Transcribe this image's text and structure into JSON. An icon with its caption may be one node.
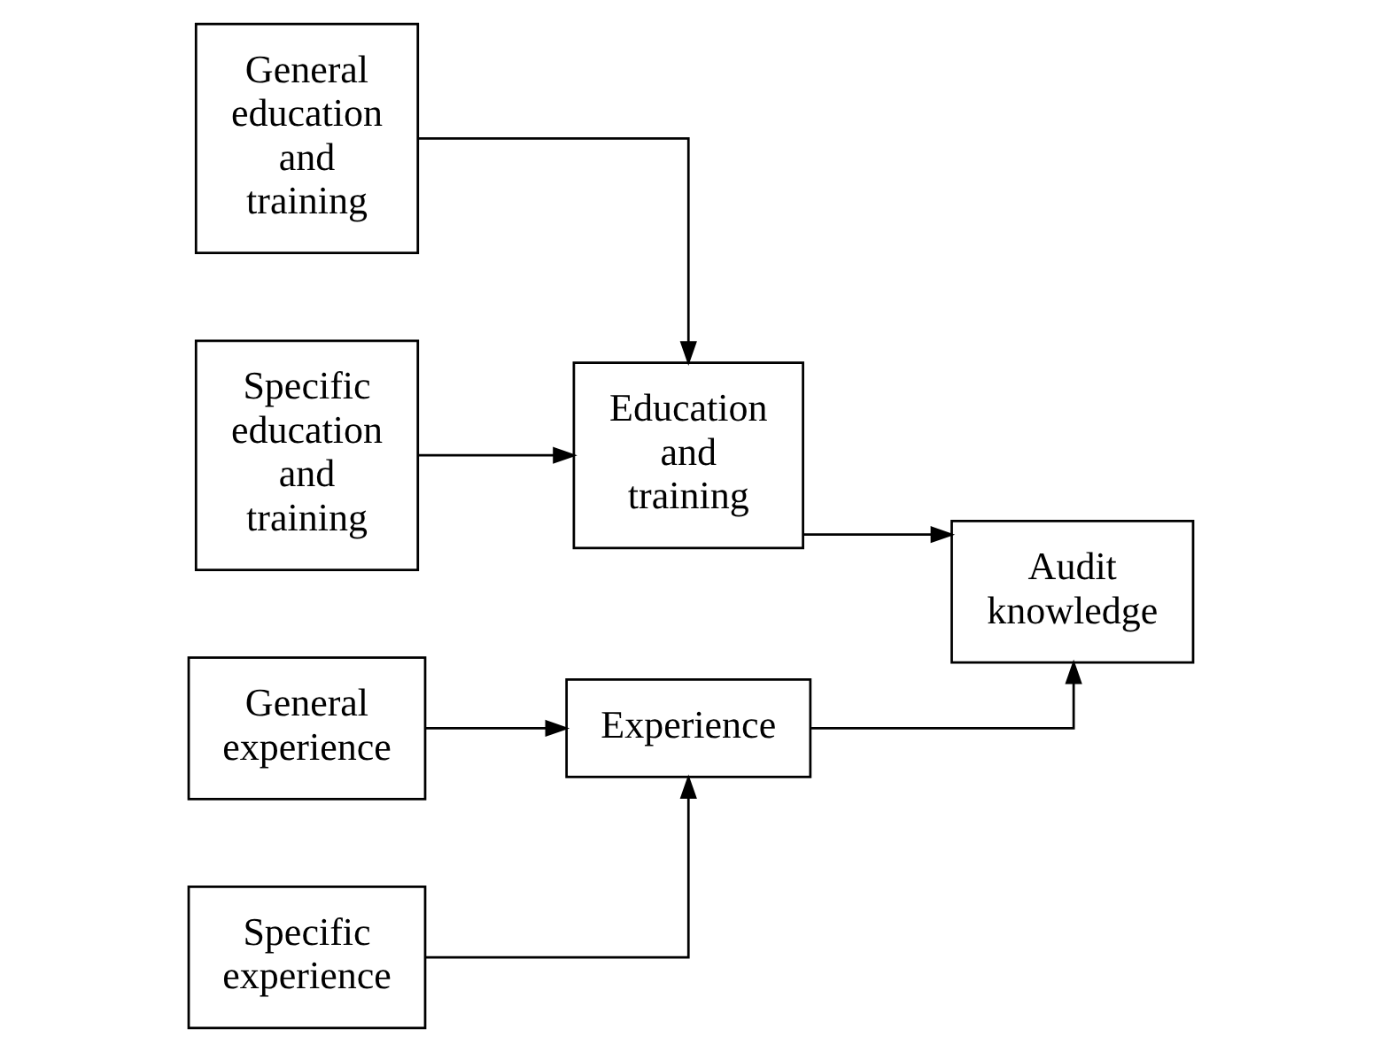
{
  "diagram": {
    "nodes": [
      {
        "text": [
          "General education and training"
        ]
      },
      {
        "text": [
          "Specific education and training"
        ]
      },
      {
        "text": [
          "Education and training"
        ]
      },
      {
        "text": [
          "General experience"
        ]
      },
      {
        "text": [
          "Specific experience"
        ]
      },
      {
        "text": [
          "Experience"
        ]
      },
      {
        "text": [
          "Audit knowledge"
        ]
      }
    ],
    "edges": [
      {
        "from": 0,
        "to": 2,
        "arrow": "to"
      },
      {
        "from": 1,
        "to": 2,
        "arrow": "to"
      },
      {
        "from": 2,
        "to": 6,
        "arrow": "to"
      },
      {
        "from": 3,
        "to": 5,
        "arrow": "to"
      },
      {
        "from": 4,
        "to": 5,
        "arrow": "to"
      },
      {
        "from": 5,
        "to": 6,
        "arrow": "to"
      }
    ]
  }
}
